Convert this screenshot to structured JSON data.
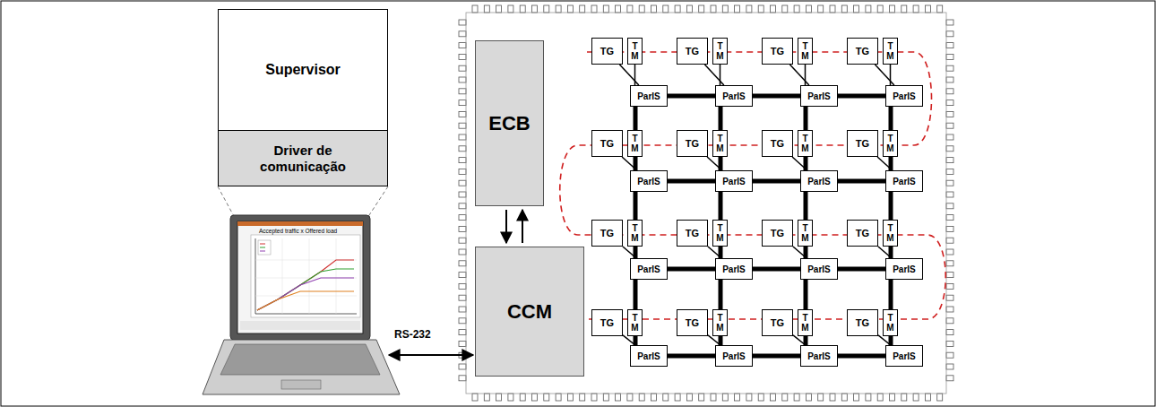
{
  "diagram": {
    "nodes": [
      {
        "text": [
          "Supervisor"
        ]
      },
      {
        "text": [
          "Driver de comunicação"
        ]
      },
      {
        "text": [
          "ECB"
        ]
      },
      {
        "text": [
          "CCM"
        ]
      },
      {
        "text": [
          "TG"
        ]
      },
      {
        "text": [
          "T M"
        ]
      },
      {
        "text": [
          "ParIS"
        ]
      },
      {
        "text": [
          "TG"
        ]
      },
      {
        "text": [
          "T M"
        ]
      },
      {
        "text": [
          "ParIS"
        ]
      },
      {
        "text": [
          "TG"
        ]
      },
      {
        "text": [
          "T M"
        ]
      },
      {
        "text": [
          "ParIS"
        ]
      },
      {
        "text": [
          "TG"
        ]
      },
      {
        "text": [
          "T M"
        ]
      },
      {
        "text": [
          "ParIS"
        ]
      },
      {
        "text": [
          "TG"
        ]
      },
      {
        "text": [
          "T M"
        ]
      },
      {
        "text": [
          "ParIS"
        ]
      },
      {
        "text": [
          "TG"
        ]
      },
      {
        "text": [
          "T M"
        ]
      },
      {
        "text": [
          "ParIS"
        ]
      },
      {
        "text": [
          "TG"
        ]
      },
      {
        "text": [
          "T M"
        ]
      },
      {
        "text": [
          "ParIS"
        ]
      },
      {
        "text": [
          "TG"
        ]
      },
      {
        "text": [
          "T M"
        ]
      },
      {
        "text": [
          "ParIS"
        ]
      },
      {
        "text": [
          "TG"
        ]
      },
      {
        "text": [
          "T M"
        ]
      },
      {
        "text": [
          "ParIS"
        ]
      },
      {
        "text": [
          "TG"
        ]
      },
      {
        "text": [
          "T M"
        ]
      },
      {
        "text": [
          "ParIS"
        ]
      },
      {
        "text": [
          "TG"
        ]
      },
      {
        "text": [
          "T M"
        ]
      },
      {
        "text": [
          "ParIS"
        ]
      },
      {
        "text": [
          "TG"
        ]
      },
      {
        "text": [
          "T M"
        ]
      },
      {
        "text": [
          "ParIS"
        ]
      },
      {
        "text": [
          "TG"
        ]
      },
      {
        "text": [
          "T M"
        ]
      },
      {
        "text": [
          "ParIS"
        ]
      },
      {
        "text": [
          "TG"
        ]
      },
      {
        "text": [
          "T M"
        ]
      },
      {
        "text": [
          "ParIS"
        ]
      },
      {
        "text": [
          "TG"
        ]
      },
      {
        "text": [
          "T M"
        ]
      },
      {
        "text": [
          "ParIS"
        ]
      },
      {
        "text": [
          "TG"
        ]
      },
      {
        "text": [
          "T M"
        ]
      },
      {
        "text": [
          "ParIS"
        ]
      }
    ],
    "edges": [
      {
        "from": 2,
        "to": 3,
        "arrow": "to"
      },
      {
        "from": 3,
        "to": 2,
        "arrow": "to"
      },
      {
        "from": 4,
        "to": 6,
        "arrow": "none"
      },
      {
        "from": 5,
        "to": 6,
        "arrow": "none"
      },
      {
        "from": 7,
        "to": 9,
        "arrow": "none"
      },
      {
        "from": 8,
        "to": 9,
        "arrow": "none"
      },
      {
        "from": 10,
        "to": 12,
        "arrow": "none"
      },
      {
        "from": 11,
        "to": 12,
        "arrow": "none"
      },
      {
        "from": 13,
        "to": 15,
        "arrow": "none"
      },
      {
        "from": 14,
        "to": 15,
        "arrow": "none"
      },
      {
        "from": 16,
        "to": 18,
        "arrow": "none"
      },
      {
        "from": 17,
        "to": 18,
        "arrow": "none"
      },
      {
        "from": 19,
        "to": 21,
        "arrow": "none"
      },
      {
        "from": 20,
        "to": 21,
        "arrow": "none"
      },
      {
        "from": 22,
        "to": 24,
        "arrow": "none"
      },
      {
        "from": 23,
        "to": 24,
        "arrow": "none"
      },
      {
        "from": 25,
        "to": 27,
        "arrow": "none"
      },
      {
        "from": 26,
        "to": 27,
        "arrow": "none"
      },
      {
        "from": 28,
        "to": 30,
        "arrow": "none"
      },
      {
        "from": 29,
        "to": 30,
        "arrow": "none"
      },
      {
        "from": 31,
        "to": 33,
        "arrow": "none"
      },
      {
        "from": 32,
        "to": 33,
        "arrow": "none"
      },
      {
        "from": 34,
        "to": 36,
        "arrow": "none"
      },
      {
        "from": 35,
        "to": 36,
        "arrow": "none"
      },
      {
        "from": 37,
        "to": 39,
        "arrow": "none"
      },
      {
        "from": 38,
        "to": 39,
        "arrow": "none"
      },
      {
        "from": 40,
        "to": 42,
        "arrow": "none"
      },
      {
        "from": 41,
        "to": 42,
        "arrow": "none"
      },
      {
        "from": 43,
        "to": 45,
        "arrow": "none"
      },
      {
        "from": 44,
        "to": 45,
        "arrow": "none"
      },
      {
        "from": 46,
        "to": 48,
        "arrow": "none"
      },
      {
        "from": 47,
        "to": 48,
        "arrow": "none"
      },
      {
        "from": 49,
        "to": 51,
        "arrow": "none"
      },
      {
        "from": 50,
        "to": 51,
        "arrow": "none"
      },
      {
        "from": 6,
        "to": 9,
        "arrow": "none"
      },
      {
        "from": 9,
        "to": 12,
        "arrow": "none"
      },
      {
        "from": 12,
        "to": 15,
        "arrow": "none"
      },
      {
        "from": 18,
        "to": 21,
        "arrow": "none"
      },
      {
        "from": 21,
        "to": 24,
        "arrow": "none"
      },
      {
        "from": 24,
        "to": 27,
        "arrow": "none"
      },
      {
        "from": 30,
        "to": 33,
        "arrow": "none"
      },
      {
        "from": 33,
        "to": 36,
        "arrow": "none"
      },
      {
        "from": 36,
        "to": 39,
        "arrow": "none"
      },
      {
        "from": 42,
        "to": 45,
        "arrow": "none"
      },
      {
        "from": 45,
        "to": 48,
        "arrow": "none"
      },
      {
        "from": 48,
        "to": 51,
        "arrow": "none"
      },
      {
        "from": 6,
        "to": 18,
        "arrow": "none"
      },
      {
        "from": 18,
        "to": 30,
        "arrow": "none"
      },
      {
        "from": 30,
        "to": 42,
        "arrow": "none"
      },
      {
        "from": 9,
        "to": 21,
        "arrow": "none"
      },
      {
        "from": 21,
        "to": 33,
        "arrow": "none"
      },
      {
        "from": 33,
        "to": 45,
        "arrow": "none"
      },
      {
        "from": 12,
        "to": 24,
        "arrow": "none"
      },
      {
        "from": 24,
        "to": 36,
        "arrow": "none"
      },
      {
        "from": 36,
        "to": 48,
        "arrow": "none"
      },
      {
        "from": 15,
        "to": 27,
        "arrow": "none"
      },
      {
        "from": 27,
        "to": 39,
        "arrow": "none"
      },
      {
        "from": 39,
        "to": 51,
        "arrow": "none"
      }
    ],
    "labels": [
      "Accepted traffic x Offered load",
      "RS-232"
    ]
  }
}
